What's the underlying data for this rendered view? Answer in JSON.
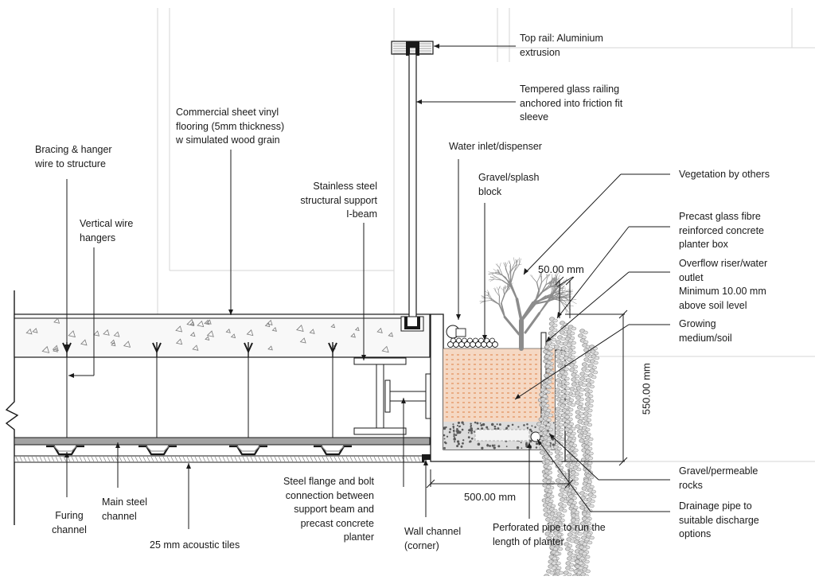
{
  "labels": {
    "top_rail": [
      "Top rail: Aluminium",
      "extrusion"
    ],
    "glass_railing": [
      "Tempered glass railing",
      "anchored into friction fit",
      "sleeve"
    ],
    "vinyl_flooring": [
      "Commercial sheet vinyl",
      "flooring (5mm thickness)",
      "w simulated wood grain"
    ],
    "bracing": [
      "Bracing & hanger",
      "wire to structure"
    ],
    "vertical_hangers": [
      "Vertical wire",
      "hangers"
    ],
    "i_beam": [
      "Stainless steel",
      "structural support",
      "I-beam"
    ],
    "water_inlet": [
      "Water inlet/dispenser"
    ],
    "gravel_splash": [
      "Gravel/splash",
      "block"
    ],
    "vegetation": [
      "Vegetation by others"
    ],
    "planter_box": [
      "Precast glass fibre",
      "reinforced concrete",
      "planter box"
    ],
    "overflow": [
      "Overflow riser/water",
      "outlet",
      "Minimum 10.00 mm",
      "above soil level"
    ],
    "growing_medium": [
      "Growing",
      "medium/soil"
    ],
    "gravel_rocks": [
      "Gravel/permeable",
      "rocks"
    ],
    "drainage_pipe": [
      "Drainage pipe to",
      "suitable discharge",
      "options"
    ],
    "perforated_pipe": [
      "Perforated pipe to run the",
      "length of planter"
    ],
    "wall_channel": [
      "Wall channel",
      "(corner)"
    ],
    "steel_flange": [
      "Steel flange and bolt",
      "connection between",
      "support beam and",
      "precast concrete",
      "planter"
    ],
    "furing_channel": [
      "Furing",
      "channel"
    ],
    "main_channel": [
      "Main steel",
      "channel"
    ],
    "acoustic_tiles": [
      "25 mm acoustic tiles"
    ]
  },
  "dimensions": {
    "lip": "50.00 mm",
    "height": "550.00 mm",
    "width": "500.00 mm"
  },
  "colors": {
    "line": "#1a1a1a",
    "soil": "#f3d3bd",
    "soil_dash": "#e3905a",
    "slab": "#f7f7f7",
    "guide": "#cfcfcf",
    "channel": "#9a9a9a",
    "foliage": "#8a8a8a"
  }
}
